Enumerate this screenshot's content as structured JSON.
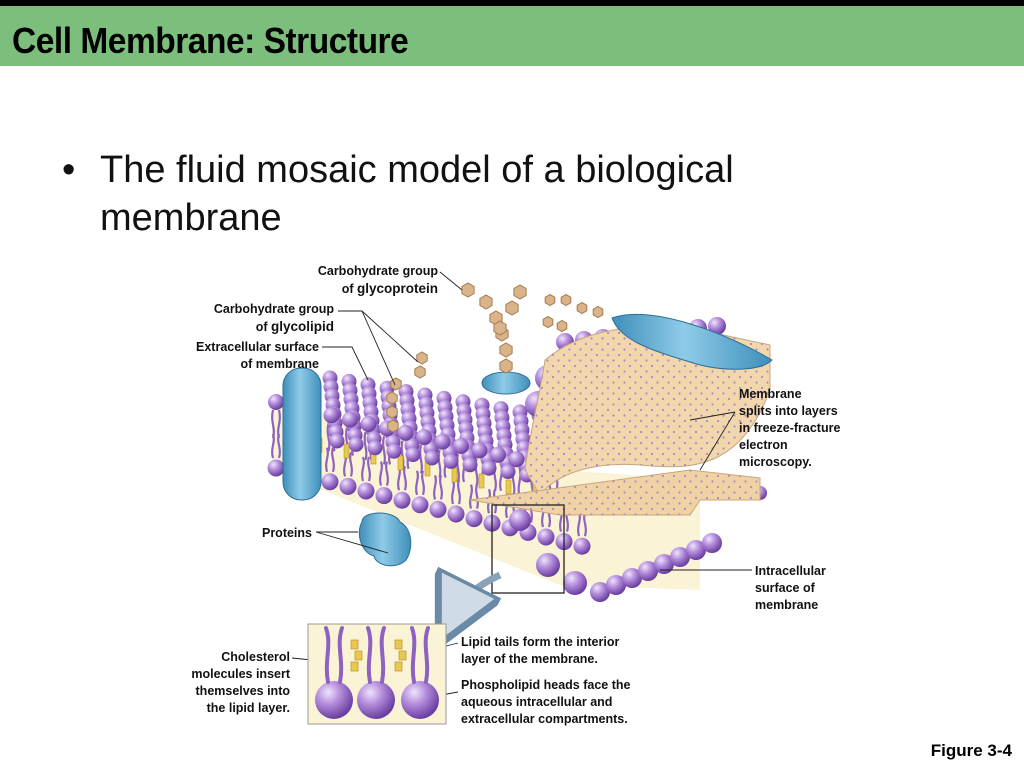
{
  "title": "Cell Membrane: Structure",
  "bullet": {
    "symbol": "•",
    "line1": "The fluid mosaic model of a biological",
    "line2": "membrane"
  },
  "labels": {
    "carb_glycoprotein_1": "Carbohydrate group",
    "carb_glycoprotein_of": "of",
    "carb_glycoprotein_2": "glycoprotein",
    "carb_glycolipid_1": "Carbohydrate group",
    "carb_glycolipid_of": "of",
    "carb_glycolipid_2": "glycolipid",
    "extracellular_1": "Extracellular surface",
    "extracellular_2": "of membrane",
    "freeze_fracture_1": "Membrane",
    "freeze_fracture_2": "splits into layers",
    "freeze_fracture_3": "in freeze-fracture",
    "freeze_fracture_4": "electron",
    "freeze_fracture_5": "microscopy.",
    "proteins": "Proteins",
    "intracellular_1": "Intracellular",
    "intracellular_2": "surface of",
    "intracellular_3": "membrane",
    "cholesterol_1": "Cholesterol",
    "cholesterol_2": "molecules insert",
    "cholesterol_3": "themselves into",
    "cholesterol_4": "the lipid layer.",
    "lipid_tails_1": "Lipid tails form the interior",
    "lipid_tails_2": "layer of the membrane.",
    "heads_1": "Phospholipid heads face the",
    "heads_2": "aqueous intracellular and",
    "heads_3": "extracellular compartments."
  },
  "figure_ref": "Figure 3-4",
  "colors": {
    "title_bar": "#7cbf7c",
    "top_rule": "#000000",
    "phospholipid_head": "#9b6fc8",
    "lipid_tail": "#8e62c0",
    "cholesterol": "#e8c850",
    "membrane_interior": "#fbf3d6",
    "protein": "#5aa8cf",
    "carbohydrate": "#d9b48a",
    "fracture_face": "#f2d6ac"
  }
}
